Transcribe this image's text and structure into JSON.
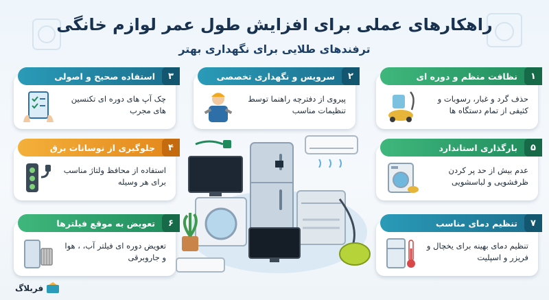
{
  "header": {
    "title": "راهکارهای عملی برای افزایش طول عمر لوازم خانگی",
    "subtitle": "ترفندهای طلایی برای نگهداری بهتر"
  },
  "cards": [
    {
      "number": "۱",
      "title": "نظافت منظم و دوره ای",
      "text": "حذف گرد و غبار، رسوبات و کثیفی از تمام دستگاه ها",
      "icon": "vacuum-cleaner-icon"
    },
    {
      "number": "۲",
      "title": "سرویس و نگهداری تخصصی",
      "text": "پیروی از دفترچه راهنما توسط تنظیمات مناسب",
      "icon": "technician-icon"
    },
    {
      "number": "۳",
      "title": "استفاده صحیح و اصولی",
      "text": "چک آپ های دوره ای تکنسین های مجرب",
      "icon": "checklist-icon"
    },
    {
      "number": "۴",
      "title": "جلوگیری از نوسانات برق",
      "text": "استفاده از محافظ ولتاژ مناسب برای هر وسیله",
      "icon": "power-strip-icon"
    },
    {
      "number": "۵",
      "title": "بارگذاری استاندارد",
      "text": "عدم بیش از حد پر کردن ظرفشویی و لباسشویی",
      "icon": "washing-machine-icon"
    },
    {
      "number": "۶",
      "title": "تعویض به موقع فیلترها",
      "text": "تعویض دوره ای فیلتر آب، ، هوا و جاروبرقی",
      "icon": "air-filter-icon"
    },
    {
      "number": "۷",
      "title": "تنظیم دمای مناسب",
      "text": "تنظیم دمای بهینه برای یخچال و فریزر و اسپلیت",
      "icon": "thermometer-fridge-icon"
    }
  ],
  "brand": {
    "name": "فربلاگ",
    "icon": "farblog-logo-icon"
  },
  "colors": {
    "green": "#2a9d6b",
    "teal": "#1f7f9f",
    "orange": "#ee9b2a",
    "title": "#17314f"
  }
}
